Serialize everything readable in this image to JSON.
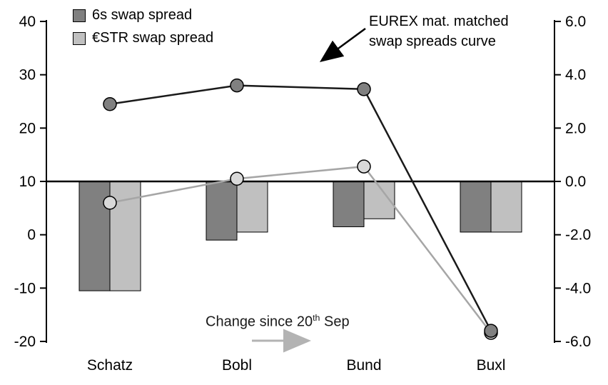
{
  "legend": {
    "items": [
      {
        "label": "6s swap spread",
        "color": "#808080"
      },
      {
        "label": "€STR swap spread",
        "color": "#c0c0c0"
      }
    ]
  },
  "annotations": {
    "curve_note_line1": "EUREX mat. matched",
    "curve_note_line2": "swap spreads curve",
    "change_note_prefix": "Change since 20",
    "change_note_sup": "th",
    "change_note_suffix": " Sep"
  },
  "chart_data": {
    "type": "bar",
    "subtype": "combo-bar-line-dual-axis",
    "categories": [
      "Schatz",
      "Bobl",
      "Bund",
      "Buxl"
    ],
    "bar_series": [
      {
        "name": "6s swap spread change",
        "axis": "right",
        "color": "#808080",
        "values": [
          -4.1,
          -2.2,
          -1.7,
          -1.9
        ]
      },
      {
        "name": "ESTR swap spread change",
        "axis": "right",
        "color": "#c0c0c0",
        "values": [
          -4.1,
          -1.9,
          -1.4,
          -1.9
        ]
      }
    ],
    "line_series": [
      {
        "name": "ESTR swap spread level",
        "axis": "left",
        "color": "#a6a6a6",
        "marker_fill": "#d9d9d9",
        "values": [
          6.0,
          10.5,
          12.8,
          -18.4
        ]
      },
      {
        "name": "6s swap spread level",
        "axis": "left",
        "color": "#1a1a1a",
        "marker_fill": "#808080",
        "values": [
          24.5,
          28.0,
          27.3,
          -18.0
        ]
      }
    ],
    "left_axis": {
      "min": -20,
      "max": 40,
      "ticks": [
        40,
        30,
        20,
        10,
        0,
        -10,
        -20
      ]
    },
    "right_axis": {
      "min": -6,
      "max": 6,
      "ticks": [
        "6.0",
        "4.0",
        "2.0",
        "0.0",
        "-2.0",
        "-4.0",
        "-6.0"
      ]
    },
    "baseline_left_value": 10,
    "grid": false,
    "legend_position": "top-left-inside",
    "title": "",
    "xlabel": "",
    "ylabel_left": "",
    "ylabel_right": ""
  }
}
